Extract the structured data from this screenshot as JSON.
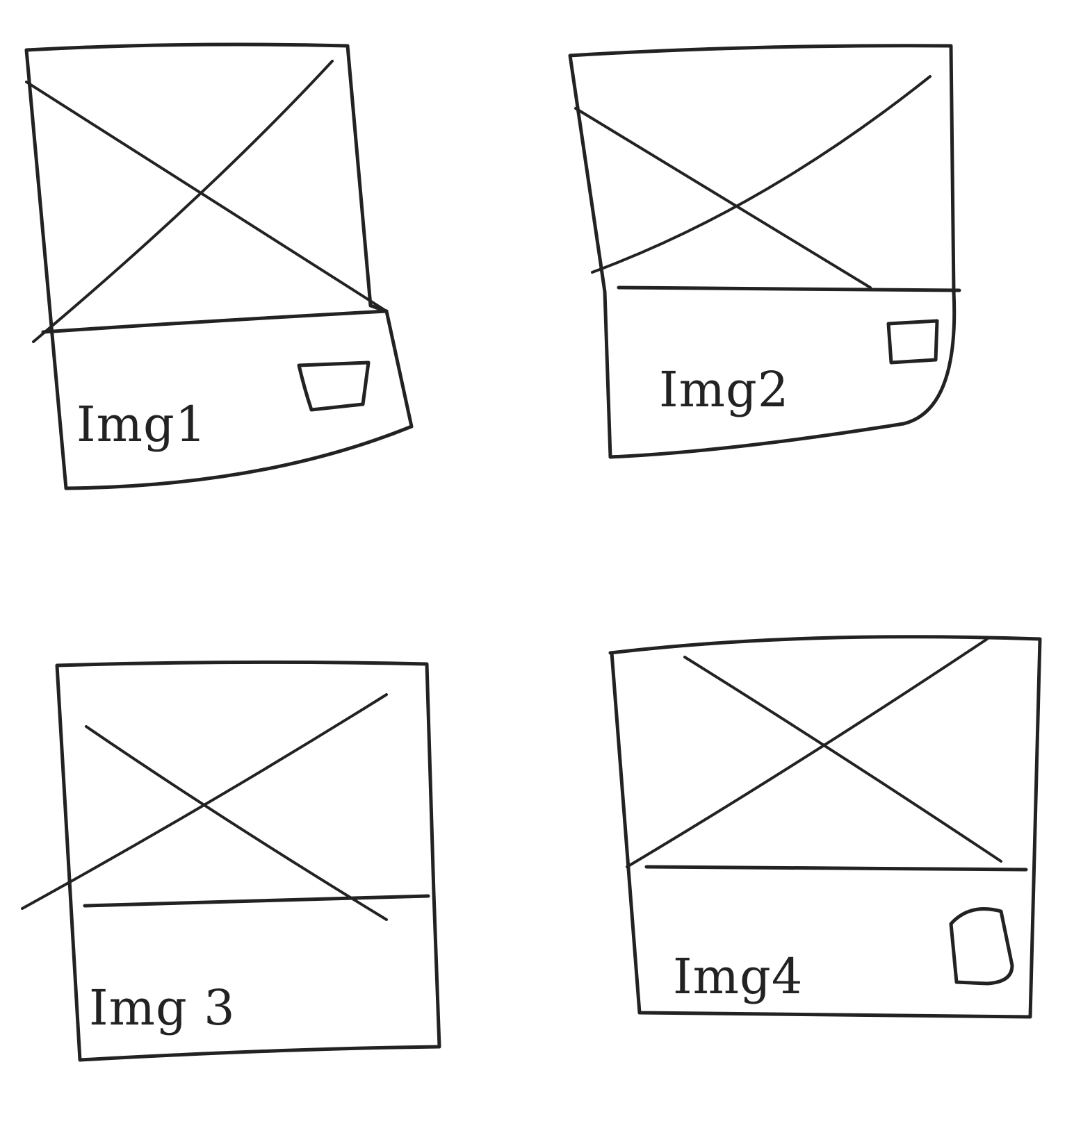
{
  "sketch": {
    "ink_color": "#222222",
    "background": "#ffffff",
    "cards": [
      {
        "label": "Img1"
      },
      {
        "label": "Img2"
      },
      {
        "label": "Img 3"
      },
      {
        "label": "Img4"
      }
    ]
  }
}
